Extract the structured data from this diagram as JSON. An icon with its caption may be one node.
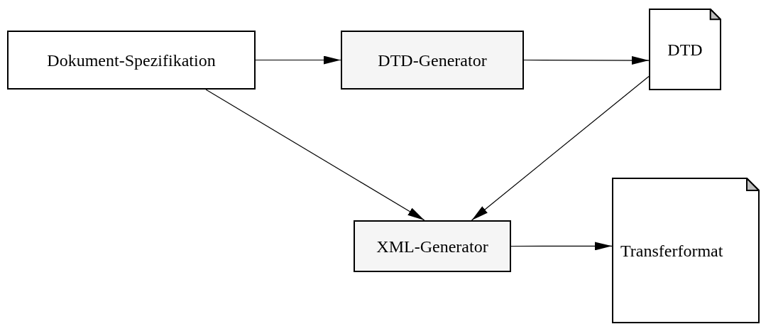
{
  "diagram": {
    "nodes": [
      {
        "text": [
          "Dokument-Spezifikation"
        ]
      },
      {
        "text": [
          "DTD-Generator"
        ]
      },
      {
        "text": [
          "DTD"
        ]
      },
      {
        "text": [
          "XML-Generator"
        ]
      },
      {
        "text": [
          "Transferformat"
        ]
      }
    ],
    "edges": [
      {
        "from": 0,
        "to": 1,
        "arrow": "to"
      },
      {
        "from": 1,
        "to": 2,
        "arrow": "to"
      },
      {
        "from": 0,
        "to": 3,
        "arrow": "to"
      },
      {
        "from": 2,
        "to": 3,
        "arrow": "to"
      },
      {
        "from": 3,
        "to": 4,
        "arrow": "to"
      }
    ]
  }
}
